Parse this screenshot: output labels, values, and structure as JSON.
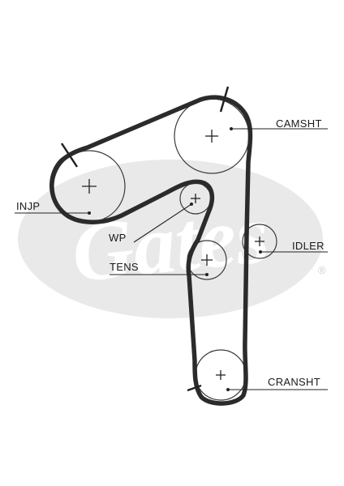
{
  "labels": {
    "camsht": "CAMSHT",
    "injp": "INJP",
    "wp": "WP",
    "tens": "TENS",
    "idler": "IDLER",
    "cransht": "CRANSHT"
  },
  "watermark": {
    "brand": "Gates",
    "registered": "®",
    "color": "#e9e9ea"
  },
  "colors": {
    "belt": "#2b2b2b",
    "pulley": "#3a3a3a",
    "text": "#1a1a1a"
  }
}
